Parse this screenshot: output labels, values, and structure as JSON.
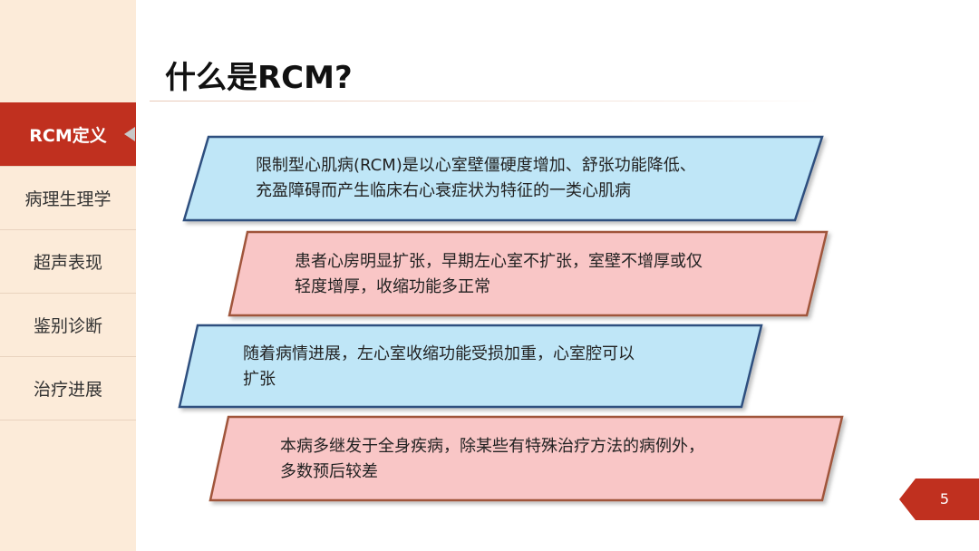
{
  "sidebar": {
    "items": [
      {
        "label": "RCM定义",
        "active": true
      },
      {
        "label": "病理生理学",
        "active": false
      },
      {
        "label": "超声表现",
        "active": false
      },
      {
        "label": "鉴别诊断",
        "active": false
      },
      {
        "label": "治疗进展",
        "active": false
      }
    ]
  },
  "title": "什么是RCM?",
  "boxes": [
    {
      "line1": "限制型心肌病(RCM)是以心室壁僵硬度增加、舒张功能降低、",
      "line2": "充盈障碍而产生临床右心衰症状为特征的一类心肌病"
    },
    {
      "line1": "患者心房明显扩张，早期左心室不扩张，室壁不增厚或仅",
      "line2": "轻度增厚，收缩功能多正常"
    },
    {
      "line1": "随着病情进展，左心室收缩功能受损加重，心室腔可以",
      "line2": "扩张"
    },
    {
      "line1": "本病多继发于全身疾病，除某些有特殊治疗方法的病例外，",
      "line2": "多数预后较差"
    }
  ],
  "colors": {
    "accent": "#c0301f",
    "sidebar_bg": "#fcebd9",
    "blue_fill": "#bfe6f7",
    "blue_border": "#2f4f7f",
    "pink_fill": "#f9c6c6",
    "pink_border": "#a0553a"
  },
  "page_number": "5"
}
